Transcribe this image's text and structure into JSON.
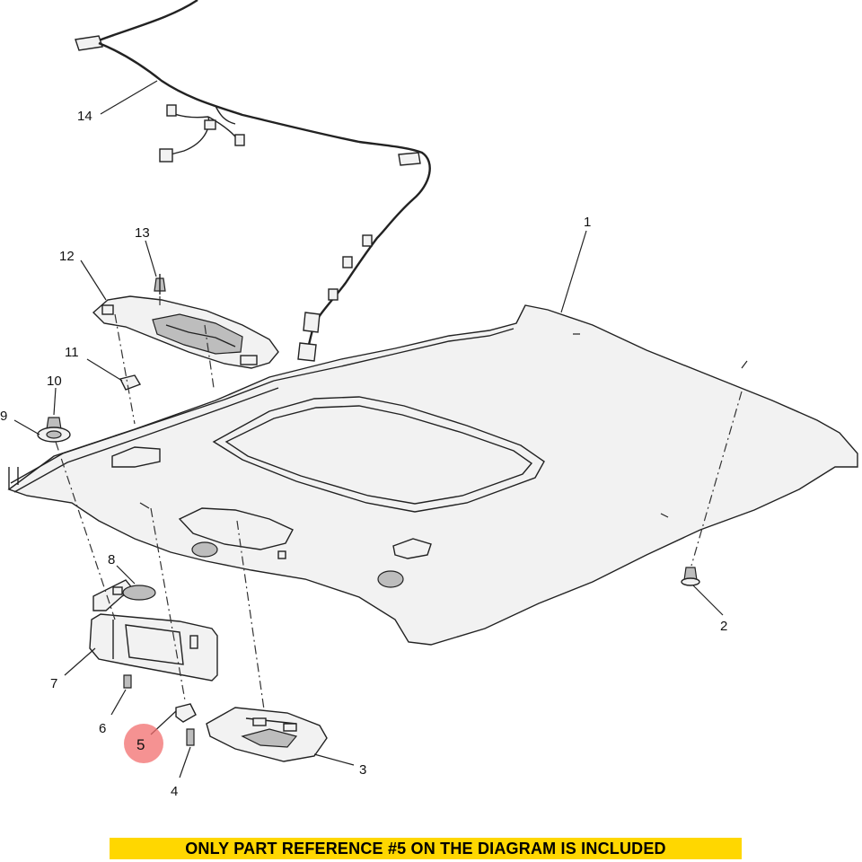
{
  "callouts": {
    "c1": "1",
    "c2": "2",
    "c3": "3",
    "c4": "4",
    "c5": "5",
    "c6": "6",
    "c7": "7",
    "c8": "8",
    "c9": "9",
    "c10": "10",
    "c11": "11",
    "c12": "12",
    "c13": "13",
    "c14": "14"
  },
  "highlight": {
    "callout": "5",
    "color": "#f26d6d"
  },
  "banner": {
    "text": "ONLY PART REFERENCE #5 ON THE DIAGRAM IS INCLUDED",
    "background": "#ffd700"
  }
}
